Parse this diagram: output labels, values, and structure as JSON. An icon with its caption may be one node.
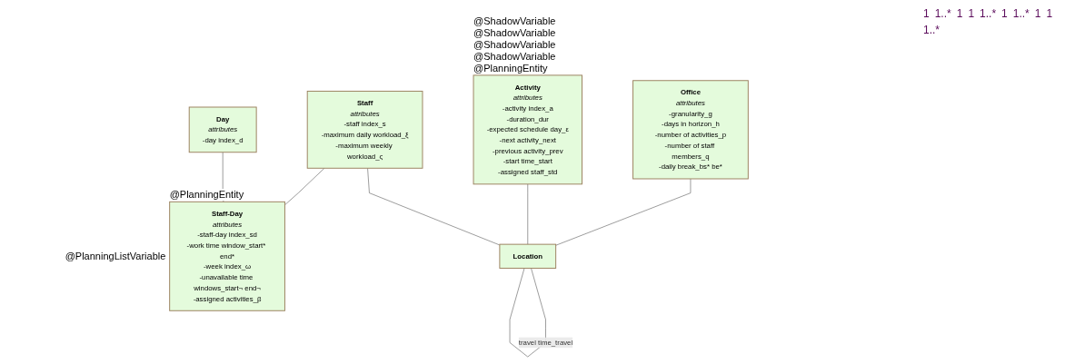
{
  "diagram": {
    "nodes": [
      {
        "text": [
          "Office",
          "attributes",
          "-granularity_g",
          "-days in horizon_h",
          "-number of activities_p",
          "-number of staff members_q",
          "-daily break_bs* be*"
        ]
      },
      {
        "text": [
          "Activity",
          "attributes",
          "-activity index_a",
          "-duration_dur",
          "-expected schedule day_ε",
          "-next activity_next",
          "-previous activity_prev",
          "-start time_start",
          "-assigned staff_std"
        ],
        "beside": [
          "@PlanningEntity",
          "@ShadowVariable",
          "@ShadowVariable",
          "@ShadowVariable",
          "@ShadowVariable"
        ]
      },
      {
        "text": [
          "Staff",
          "attributes",
          "-staff index_s",
          "-maximum daily workload_ξ",
          "-maximum weekly workload_ς"
        ]
      },
      {
        "text": [
          "Day",
          "attributes",
          "-day index_d"
        ]
      },
      {
        "text": [
          "Staff-Day",
          "attributes",
          "-staff-day index_sd",
          "-work time window_start* end*",
          "-week index_ω",
          "-unavailable time windows_start¬ end¬",
          "-assigned activities_β"
        ],
        "beside": [
          "@PlanningEntity",
          "@PlanningListVariable"
        ]
      },
      {
        "text": [
          "Location"
        ]
      }
    ],
    "edges": [
      {
        "from": 0,
        "to": 5,
        "arrow": "none"
      },
      {
        "from": 1,
        "to": 5,
        "arrow": "none"
      },
      {
        "from": 2,
        "to": 5,
        "arrow": "none"
      },
      {
        "from": 2,
        "to": 4,
        "arrow": "none"
      },
      {
        "from": 3,
        "to": 4,
        "arrow": "none"
      },
      {
        "from": 5,
        "to": 5,
        "arrow": "none",
        "label": "travel time_travel"
      }
    ],
    "labels": [
      "1",
      "1..*",
      "1",
      "1",
      "1..*",
      "1",
      "1..*",
      "1",
      "1",
      "1..*"
    ]
  }
}
